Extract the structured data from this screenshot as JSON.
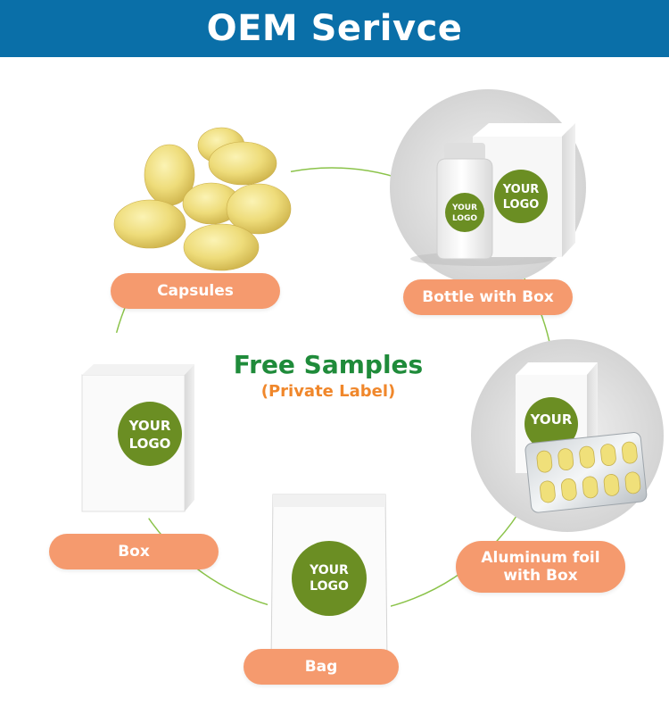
{
  "header": {
    "title": "OEM Serivce"
  },
  "center": {
    "title": "Free Samples",
    "subtitle": "(Private Label)"
  },
  "items": {
    "capsules": {
      "label": "Capsules"
    },
    "bottle": {
      "label": "Bottle with Box",
      "logo_line1": "YOUR",
      "logo_line2": "LOGO",
      "box_logo_line1": "YOUR",
      "box_logo_line2": "LOGO"
    },
    "box": {
      "label": "Box",
      "logo_line1": "YOUR",
      "logo_line2": "LOGO"
    },
    "foil": {
      "label_line1": "Aluminum foil",
      "label_line2": "with Box",
      "logo_line1": "YOUR"
    },
    "bag": {
      "label": "Bag",
      "logo_line1": "YOUR",
      "logo_line2": "LOGO"
    }
  },
  "colors": {
    "header_bg": "#0a6fa8",
    "pill_bg": "#f59a6e",
    "title_green": "#1f8b3a",
    "subtitle_orange": "#f0872b",
    "logo_green": "#6b8e23",
    "ring_green": "#8bc34a"
  }
}
